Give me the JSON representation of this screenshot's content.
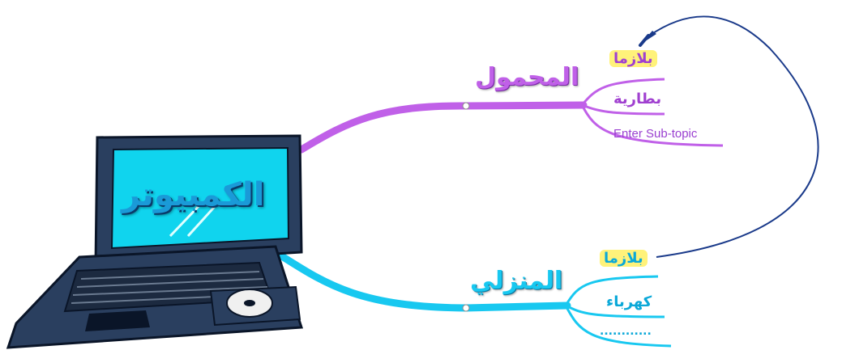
{
  "central": {
    "label": "الكمبيوتر",
    "icon": "laptop-icon"
  },
  "branches": [
    {
      "label": "المحمول",
      "color": "#c060e8",
      "subtopics": [
        {
          "label": "بلازما",
          "highlight": true
        },
        {
          "label": "بطارية",
          "highlight": false
        },
        {
          "label": "Enter Sub-topic",
          "highlight": false
        }
      ]
    },
    {
      "label": "المنزلي",
      "color": "#18c8f0",
      "subtopics": [
        {
          "label": "بلازما",
          "highlight": true
        },
        {
          "label": "كهرباء",
          "highlight": false
        },
        {
          "label": "............",
          "highlight": false
        }
      ]
    }
  ],
  "relationship": {
    "from": "بلازما (المنزلي)",
    "to": "بلازما (المحمول)",
    "color": "#1a3a8a"
  }
}
